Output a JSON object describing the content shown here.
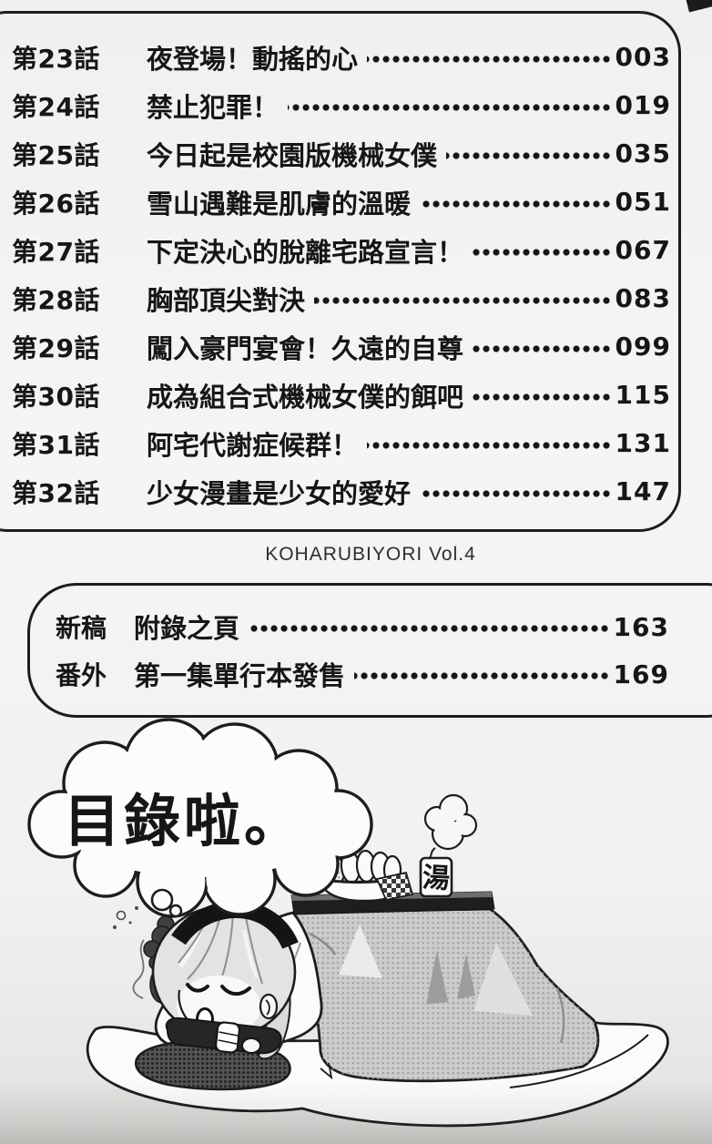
{
  "toc": {
    "entries": [
      {
        "chapter": "第23話",
        "title": "夜登場！動搖的心",
        "page": "003"
      },
      {
        "chapter": "第24話",
        "title": "禁止犯罪！",
        "page": "019"
      },
      {
        "chapter": "第25話",
        "title": "今日起是校園版機械女僕",
        "page": "035"
      },
      {
        "chapter": "第26話",
        "title": "雪山遇難是肌膚的溫暖",
        "page": "051"
      },
      {
        "chapter": "第27話",
        "title": "下定決心的脫離宅路宣言！",
        "page": "067"
      },
      {
        "chapter": "第28話",
        "title": "胸部頂尖對決",
        "page": "083"
      },
      {
        "chapter": "第29話",
        "title": "闖入豪門宴會！久遠的自尊",
        "page": "099"
      },
      {
        "chapter": "第30話",
        "title": "成為組合式機械女僕的餌吧",
        "page": "115"
      },
      {
        "chapter": "第31話",
        "title": "阿宅代謝症候群！",
        "page": "131"
      },
      {
        "chapter": "第32話",
        "title": "少女漫畫是少女的愛好",
        "page": "147"
      }
    ]
  },
  "caption": {
    "series": "KOHARUBIYORI Vol.4"
  },
  "extra": {
    "entries": [
      {
        "label": "新稿",
        "title": "附錄之頁",
        "page": "163"
      },
      {
        "label": "番外",
        "title": "第一集單行本發售",
        "page": "169"
      }
    ]
  },
  "illustration": {
    "thought_text": "目錄啦。",
    "cup_label": "湯"
  },
  "colors": {
    "ink": "#161616",
    "paper": "#f2f1ef",
    "tone_gray": "#c9c9c9"
  }
}
